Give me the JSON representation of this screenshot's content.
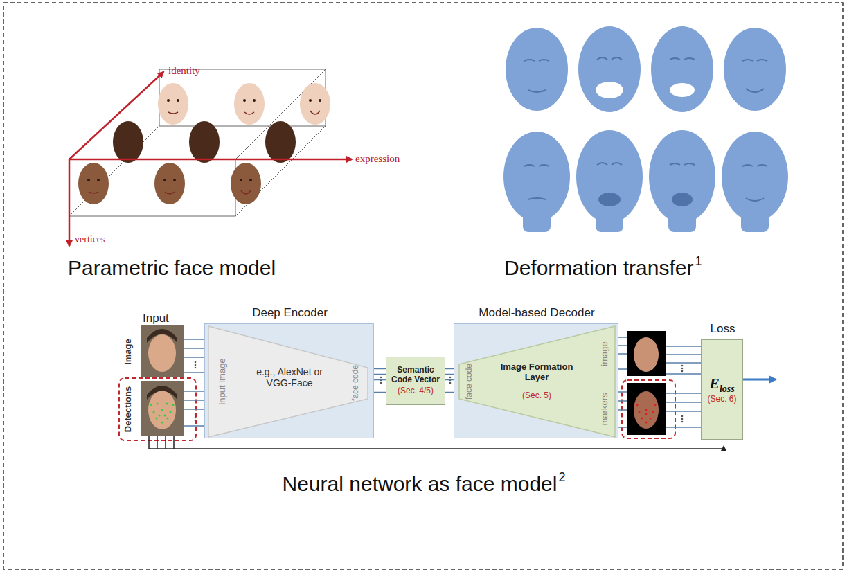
{
  "diagram": {
    "nodes": [
      {
        "text": [
          "Deep Encoder"
        ]
      },
      {
        "text": [
          "input image",
          "e.g., AlexNet or VGG-Face",
          "face code"
        ],
        "in": 0
      },
      {
        "text": [
          "Semantic Code Vector",
          "(Sec. 4/5)"
        ]
      },
      {
        "text": [
          "Model-based Decoder"
        ]
      },
      {
        "text": [
          "face code",
          "Image Formation Layer",
          "(Sec. 5)",
          "image",
          "markers"
        ],
        "in": 3
      },
      {
        "text": [
          "Loss",
          "E",
          "loss",
          "(Sec. 6)"
        ]
      }
    ],
    "edges": [
      {
        "from": 1,
        "to": 2,
        "arrow": "none"
      },
      {
        "from": 2,
        "to": 4,
        "arrow": "none"
      }
    ],
    "labels": [
      "identity",
      "expression",
      "vertices",
      "Parametric face model",
      "Deformation transfer",
      "1",
      "Input",
      "Image",
      "Detections",
      "Neural network as face model",
      "2"
    ]
  }
}
